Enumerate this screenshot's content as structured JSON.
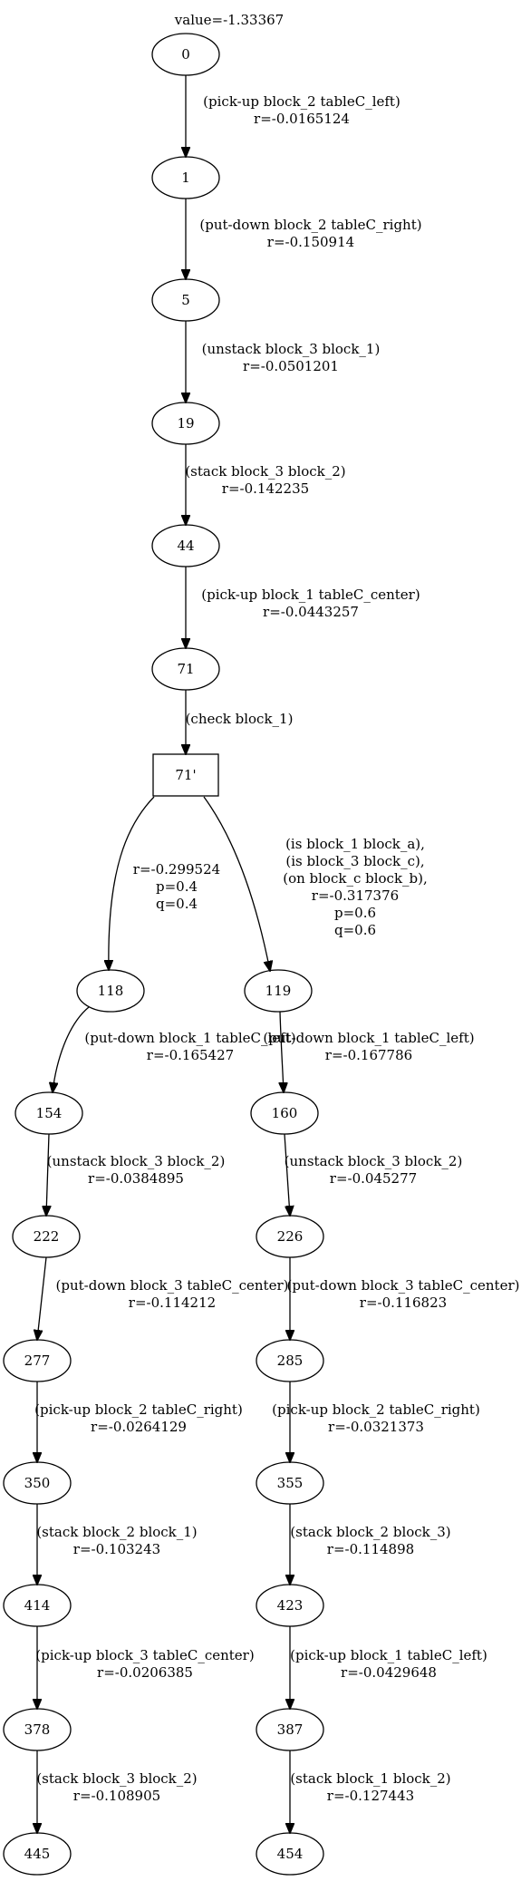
{
  "title": "value=-1.33367",
  "nodes": [
    {
      "id": "n0",
      "label": "0",
      "shape": "ellipse"
    },
    {
      "id": "n1",
      "label": "1",
      "shape": "ellipse"
    },
    {
      "id": "n5",
      "label": "5",
      "shape": "ellipse"
    },
    {
      "id": "n19",
      "label": "19",
      "shape": "ellipse"
    },
    {
      "id": "n44",
      "label": "44",
      "shape": "ellipse"
    },
    {
      "id": "n71",
      "label": "71",
      "shape": "ellipse"
    },
    {
      "id": "n71p",
      "label": "71'",
      "shape": "box"
    },
    {
      "id": "n118",
      "label": "118",
      "shape": "ellipse"
    },
    {
      "id": "n119",
      "label": "119",
      "shape": "ellipse"
    },
    {
      "id": "n154",
      "label": "154",
      "shape": "ellipse"
    },
    {
      "id": "n160",
      "label": "160",
      "shape": "ellipse"
    },
    {
      "id": "n222",
      "label": "222",
      "shape": "ellipse"
    },
    {
      "id": "n226",
      "label": "226",
      "shape": "ellipse"
    },
    {
      "id": "n277",
      "label": "277",
      "shape": "ellipse"
    },
    {
      "id": "n285",
      "label": "285",
      "shape": "ellipse"
    },
    {
      "id": "n350",
      "label": "350",
      "shape": "ellipse"
    },
    {
      "id": "n355",
      "label": "355",
      "shape": "ellipse"
    },
    {
      "id": "n414",
      "label": "414",
      "shape": "ellipse"
    },
    {
      "id": "n423",
      "label": "423",
      "shape": "ellipse"
    },
    {
      "id": "n378",
      "label": "378",
      "shape": "ellipse"
    },
    {
      "id": "n387",
      "label": "387",
      "shape": "ellipse"
    },
    {
      "id": "n445",
      "label": "445",
      "shape": "ellipse"
    },
    {
      "id": "n454",
      "label": "454",
      "shape": "ellipse"
    }
  ],
  "edges": [
    {
      "from": "n0",
      "to": "n1",
      "label": [
        "(pick-up block_2 tableC_left)",
        "r=-0.0165124"
      ]
    },
    {
      "from": "n1",
      "to": "n5",
      "label": [
        "(put-down block_2 tableC_right)",
        "r=-0.150914"
      ]
    },
    {
      "from": "n5",
      "to": "n19",
      "label": [
        "(unstack block_3 block_1)",
        "r=-0.0501201"
      ]
    },
    {
      "from": "n19",
      "to": "n44",
      "label": [
        "(stack block_3 block_2)",
        "r=-0.142235"
      ]
    },
    {
      "from": "n44",
      "to": "n71",
      "label": [
        "(pick-up block_1 tableC_center)",
        "r=-0.0443257"
      ]
    },
    {
      "from": "n71",
      "to": "n71p",
      "label": [
        "(check block_1)"
      ]
    },
    {
      "from": "n71p",
      "to": "n118",
      "label": [
        "r=-0.299524",
        "p=0.4",
        "q=0.4"
      ]
    },
    {
      "from": "n71p",
      "to": "n119",
      "label": [
        "(is block_1 block_a),",
        "(is block_3 block_c),",
        "(on block_c block_b),",
        "r=-0.317376",
        "p=0.6",
        "q=0.6"
      ]
    },
    {
      "from": "n118",
      "to": "n154",
      "label": [
        "(put-down block_1 tableC_left)",
        "r=-0.165427"
      ]
    },
    {
      "from": "n119",
      "to": "n160",
      "label": [
        "(put-down block_1 tableC_left)",
        "r=-0.167786"
      ]
    },
    {
      "from": "n154",
      "to": "n222",
      "label": [
        "(unstack block_3 block_2)",
        "r=-0.0384895"
      ]
    },
    {
      "from": "n160",
      "to": "n226",
      "label": [
        "(unstack block_3 block_2)",
        "r=-0.045277"
      ]
    },
    {
      "from": "n222",
      "to": "n277",
      "label": [
        "(put-down block_3 tableC_center)",
        "r=-0.114212"
      ]
    },
    {
      "from": "n226",
      "to": "n285",
      "label": [
        "(put-down block_3 tableC_center)",
        "r=-0.116823"
      ]
    },
    {
      "from": "n277",
      "to": "n350",
      "label": [
        "(pick-up block_2 tableC_right)",
        "r=-0.0264129"
      ]
    },
    {
      "from": "n285",
      "to": "n355",
      "label": [
        "(pick-up block_2 tableC_right)",
        "r=-0.0321373"
      ]
    },
    {
      "from": "n350",
      "to": "n414",
      "label": [
        "(stack block_2 block_1)",
        "r=-0.103243"
      ]
    },
    {
      "from": "n355",
      "to": "n423",
      "label": [
        "(stack block_2 block_3)",
        "r=-0.114898"
      ]
    },
    {
      "from": "n414",
      "to": "n378",
      "label": [
        "(pick-up block_3 tableC_center)",
        "r=-0.0206385"
      ]
    },
    {
      "from": "n423",
      "to": "n387",
      "label": [
        "(pick-up block_1 tableC_left)",
        "r=-0.0429648"
      ]
    },
    {
      "from": "n378",
      "to": "n445",
      "label": [
        "(stack block_3 block_2)",
        "r=-0.108905"
      ]
    },
    {
      "from": "n387",
      "to": "n454",
      "label": [
        "(stack block_1 block_2)",
        "r=-0.127443"
      ]
    }
  ]
}
